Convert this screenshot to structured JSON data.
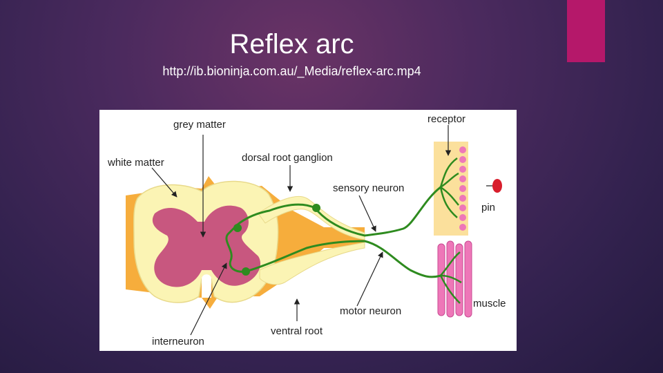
{
  "slide": {
    "title": "Reflex arc",
    "subtitle": "http://ib.bioninja.com.au/_Media/reflex-arc.mp4"
  },
  "colors": {
    "accent": "#b5186a",
    "grey_matter": "#c8577f",
    "white_matter": "#fbf4b4",
    "meninges": "#f6ad3c",
    "nerve": "#2e8b1f",
    "skin": "#fbe09c",
    "muscle": "#ee77b8"
  },
  "diagram": {
    "labels": {
      "grey_matter": "grey matter",
      "white_matter": "white matter",
      "dorsal_root_ganglion": "dorsal root ganglion",
      "sensory_neuron": "sensory neuron",
      "receptor": "receptor",
      "pin": "pin",
      "muscle": "muscle",
      "motor_neuron": "motor neuron",
      "ventral_root": "ventral root",
      "interneuron": "interneuron"
    }
  }
}
